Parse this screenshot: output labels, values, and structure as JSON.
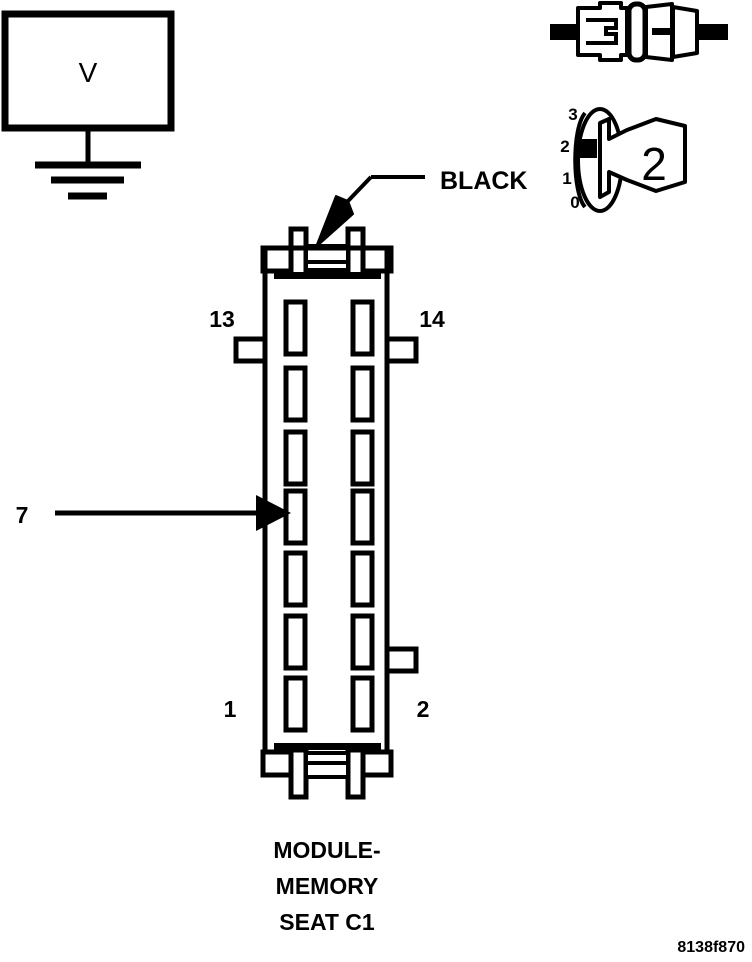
{
  "figure": {
    "id_code": "8138f870",
    "caption_lines": [
      "MODULE-",
      "MEMORY",
      "SEAT C1"
    ],
    "stroke_color": "#000000",
    "background_color": "#ffffff"
  },
  "meter": {
    "label": "V",
    "name": "voltmeter",
    "ground_symbol": "earth-ground"
  },
  "connector_icon": {
    "name": "disconnect-connector-icon",
    "description": "male and female connector halves separated"
  },
  "ignition_switch": {
    "name": "ignition-key-switch",
    "key_label": "2",
    "positions": [
      "3",
      "2",
      "1",
      "0"
    ],
    "selected_position": "2"
  },
  "harness_connector": {
    "wire_color_callout": "BLACK",
    "probe_cavity_label": "7",
    "corner_labels": {
      "top_left": "13",
      "top_right": "14",
      "bottom_left": "1",
      "bottom_right": "2"
    },
    "cavity_rows": 7,
    "cavity_columns": 2,
    "total_cavities": 14
  }
}
